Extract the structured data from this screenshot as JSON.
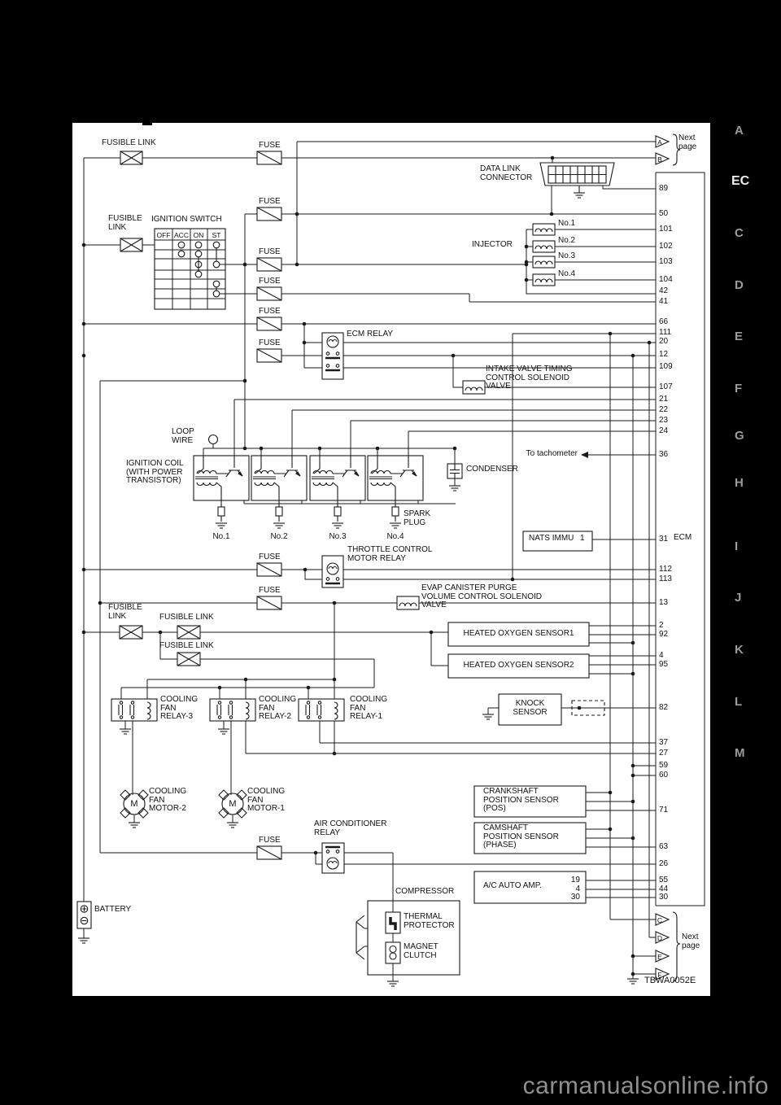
{
  "page": {
    "watermark": "carmanualsonline.info",
    "diagram_id": "TBWA0052E",
    "next_page": "Next page"
  },
  "margin": {
    "letters": [
      "A",
      "EC",
      "C",
      "D",
      "E",
      "F",
      "G",
      "H",
      "I",
      "J",
      "K",
      "L",
      "M"
    ]
  },
  "arrows": {
    "top": [
      "A",
      "B"
    ],
    "bottom": [
      "C",
      "D",
      "E",
      "F"
    ]
  },
  "labels": {
    "fusible_link": "FUSIBLE LINK",
    "fuse": "FUSE",
    "ignition_switch": "IGNITION SWITCH",
    "switch_positions": [
      "OFF",
      "ACC",
      "ON",
      "ST"
    ],
    "data_link_connector": "DATA LINK CONNECTOR",
    "injector": "INJECTOR",
    "cylinders": [
      "No.1",
      "No.2",
      "No.3",
      "No.4"
    ],
    "ecm_relay": "ECM RELAY",
    "intake_valve": "INTAKE VALVE TIMING CONTROL SOLENOID VALVE",
    "loop_wire": "LOOP WIRE",
    "ignition_coil": "IGNITION COIL (WITH POWER TRANSISTOR)",
    "spark_plug": "SPARK PLUG",
    "condenser": "CONDENSER",
    "to_tachometer": "To tachometer",
    "nats_immu": "NATS IMMU",
    "nats_pin": "1",
    "ecm": "ECM",
    "throttle_relay": "THROTTLE CONTROL MOTOR RELAY",
    "evap_valve": "EVAP CANISTER PURGE VOLUME CONTROL SOLENOID VALVE",
    "ho2s1": "HEATED OXYGEN SENSOR1",
    "ho2s2": "HEATED OXYGEN SENSOR2",
    "knock_sensor": "KNOCK SENSOR",
    "fan_relays": [
      "COOLING FAN RELAY-3",
      "COOLING FAN RELAY-2",
      "COOLING FAN RELAY-1"
    ],
    "fan_motors": [
      "COOLING FAN MOTOR-2",
      "COOLING FAN MOTOR-1"
    ],
    "motor_m": "M",
    "ac_relay": "AIR CONDITIONER RELAY",
    "crank_sensor": "CRANKSHAFT POSITION SENSOR (POS)",
    "cam_sensor": "CAMSHAFT POSITION SENSOR (PHASE)",
    "ac_auto_amp": "A/C AUTO AMP.",
    "ac_amp_pins": [
      "19",
      "4",
      "30"
    ],
    "compressor": "COMPRESSOR",
    "thermal_protector": "THERMAL PROTECTOR",
    "magnet_clutch": "MAGNET CLUTCH",
    "battery": "BATTERY"
  },
  "pins": [
    "89",
    "50",
    "101",
    "102",
    "103",
    "104",
    "42",
    "41",
    "66",
    "111",
    "20",
    "12",
    "109",
    "107",
    "21",
    "22",
    "23",
    "24",
    "36",
    "31",
    "112",
    "113",
    "13",
    "2",
    "92",
    "4",
    "95",
    "82",
    "37",
    "27",
    "59",
    "60",
    "71",
    "63",
    "26",
    "55",
    "44",
    "30"
  ]
}
